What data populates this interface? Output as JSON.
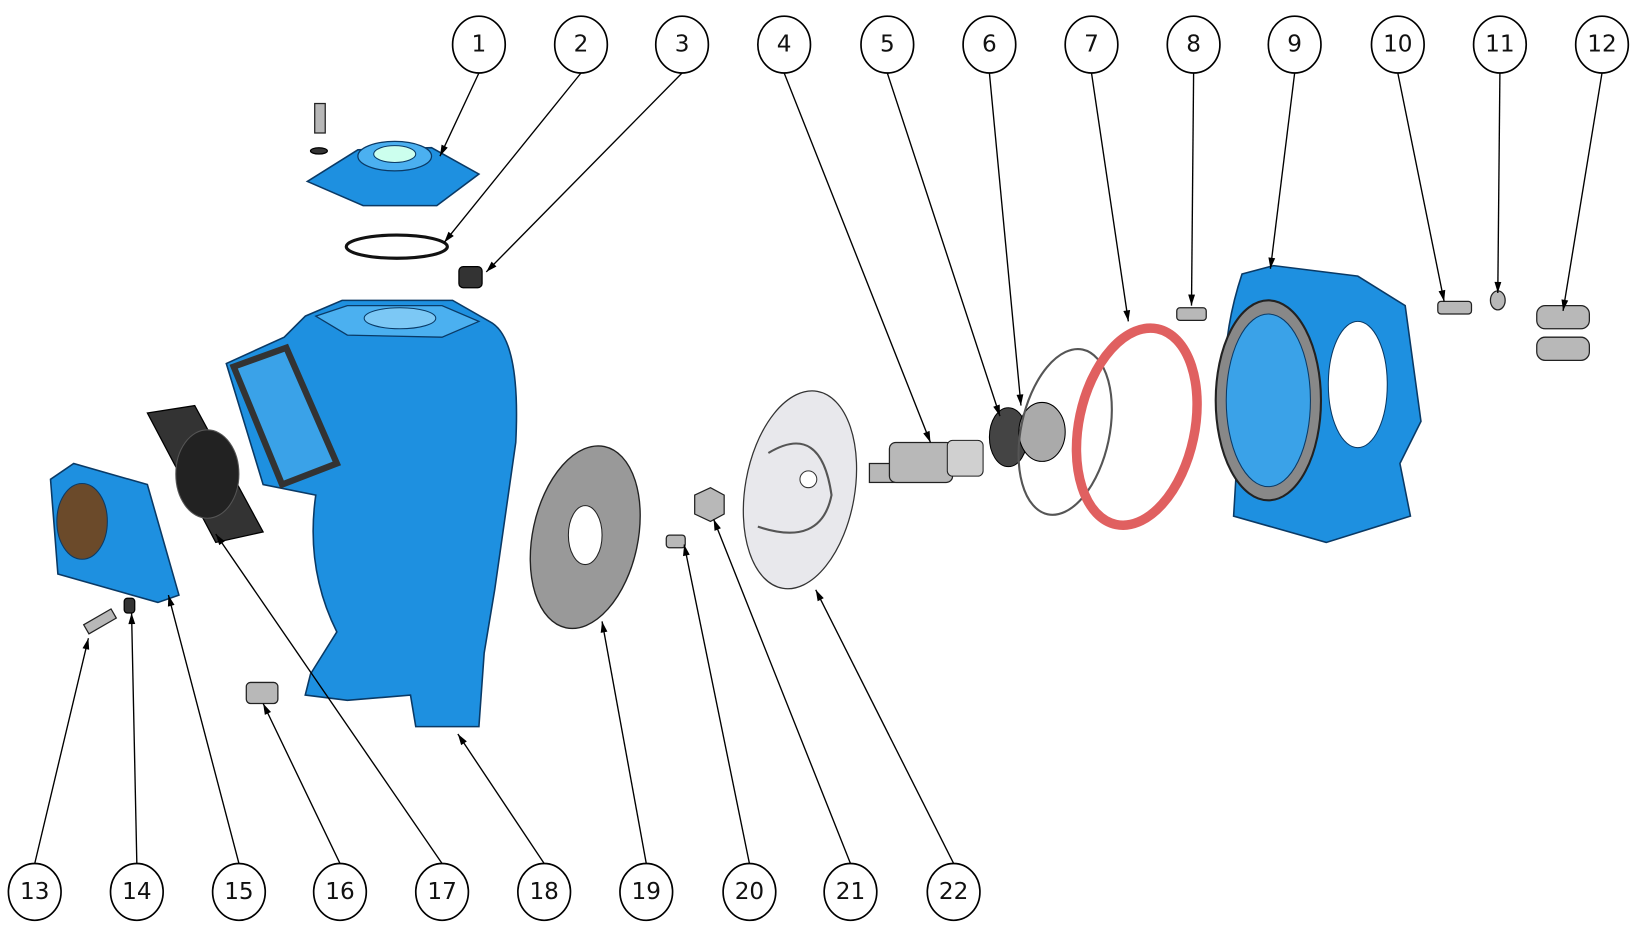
{
  "title": "Pump exploded view",
  "balloons": {
    "top": [
      "1",
      "2",
      "3",
      "4",
      "5",
      "6",
      "7",
      "8",
      "9",
      "10",
      "11",
      "12"
    ],
    "bottom": [
      "13",
      "14",
      "15",
      "16",
      "17",
      "18",
      "19",
      "20",
      "21",
      "22"
    ]
  },
  "colors": {
    "casing": "#1e90e0",
    "gasket": "#e06060",
    "plate": "#999999"
  }
}
